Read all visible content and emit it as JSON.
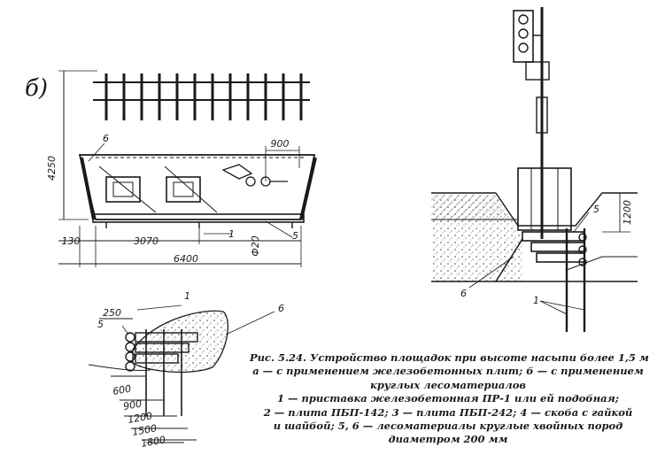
{
  "panel_label": "б)",
  "dimensions": {
    "height_4250": "4250",
    "gap_130": "130",
    "span_3070": "3070",
    "total_6400": "6400",
    "dia_20": "Ф20",
    "span_900": "900",
    "height_1200": "1200",
    "d250": "250",
    "d600": "600",
    "d900": "900",
    "d1200": "1200",
    "d1500": "1500",
    "d1800": "1800"
  },
  "callouts": {
    "n6_plan": "6",
    "n1_plan": "1",
    "n5_plan": "5",
    "n5_section": "5",
    "n6_section": "6",
    "n1_section": "1",
    "n1_detail": "1",
    "n5_detail": "5",
    "n6_detail": "6"
  },
  "caption": {
    "line1": "Рис. 5.24. Устройство площадок при высоте насыпи более 1,5 м",
    "line2": "а — с применением железобетонных плит; б — с применением",
    "line3": "круглых лесоматериалов",
    "line4": "1 — приставка железобетонная ПР-1 или ей подобная;",
    "line5": "2 — плита ПБП-142; 3 — плита ПБП-242; 4 — скоба с гайкой",
    "line6": "и шайбой; 5, 6 — лесоматериалы круглые хвойных пород",
    "line7": "диаметром 200 мм"
  }
}
